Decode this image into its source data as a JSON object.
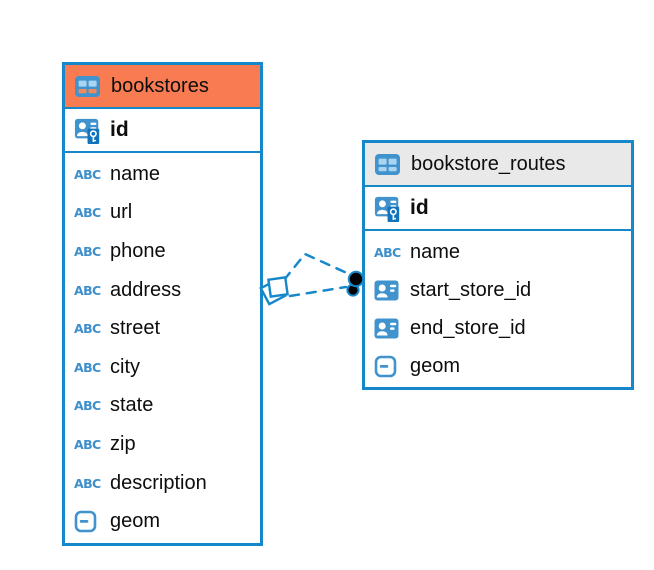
{
  "colors": {
    "accent_blue": "#1688C9",
    "bookstores_header": "#F87B51",
    "routes_header": "#E9E9E9",
    "icon_blue": "#4193CD",
    "icon_blue_dark": "#1173BB",
    "icon_blue_light": "#A9D5F1",
    "connector_dot": "#000000",
    "background": "#FFFFFF",
    "text": "#0D0D0D"
  },
  "tables": [
    {
      "name": "bookstores",
      "primary_key": "id",
      "fields": [
        {
          "name": "name",
          "type": "text"
        },
        {
          "name": "url",
          "type": "text"
        },
        {
          "name": "phone",
          "type": "text"
        },
        {
          "name": "address",
          "type": "text"
        },
        {
          "name": "street",
          "type": "text"
        },
        {
          "name": "city",
          "type": "text"
        },
        {
          "name": "state",
          "type": "text"
        },
        {
          "name": "zip",
          "type": "text"
        },
        {
          "name": "description",
          "type": "text"
        },
        {
          "name": "geom",
          "type": "geometry"
        }
      ]
    },
    {
      "name": "bookstore_routes",
      "primary_key": "id",
      "fields": [
        {
          "name": "name",
          "type": "text"
        },
        {
          "name": "start_store_id",
          "type": "reference"
        },
        {
          "name": "end_store_id",
          "type": "reference"
        },
        {
          "name": "geom",
          "type": "geometry"
        }
      ]
    }
  ],
  "relationships": [
    {
      "from_table": "bookstores",
      "to_table": "bookstore_routes",
      "line_style": "dashed"
    },
    {
      "from_table": "bookstores",
      "to_table": "bookstore_routes",
      "line_style": "dashed"
    }
  ]
}
